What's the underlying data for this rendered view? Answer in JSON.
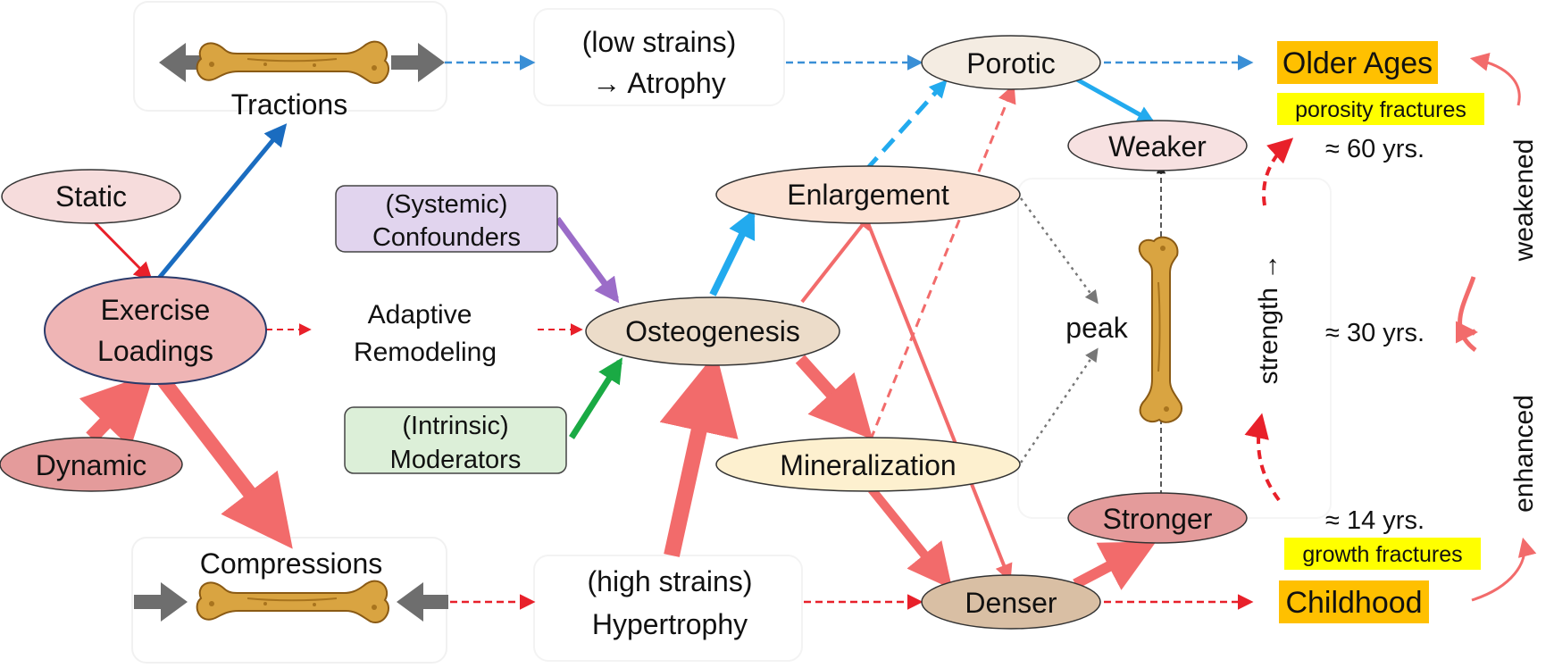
{
  "colors": {
    "red": "#f26b6b",
    "red_dashed": "#e8202a",
    "blue_dashed": "#3a8fd6",
    "sky": "#22aaee",
    "dark_blue": "#1a6cc0",
    "purple": "#9b6cc8",
    "green": "#1aaa44",
    "gray_arrow": "#6e6e6e",
    "bone": "#d9a441",
    "highlight_orange": "#ffc000",
    "highlight_yellow": "#ffff00"
  },
  "nodes": {
    "tractions": "Tractions",
    "compressions": "Compressions",
    "static": "Static",
    "dynamic": "Dynamic",
    "exercise_line1": "Exercise",
    "exercise_line2": "Loadings",
    "adaptive_line1": "Adaptive",
    "adaptive_line2": "Remodeling",
    "systemic_line1": "(Systemic)",
    "systemic_line2": "Confounders",
    "intrinsic_line1": "(Intrinsic)",
    "intrinsic_line2": "Moderators",
    "osteogenesis": "Osteogenesis",
    "atrophy_line1": "(low strains)",
    "atrophy_line2": "→ Atrophy",
    "hypertrophy_line1": "(high strains)",
    "hypertrophy_line2": "Hypertrophy",
    "enlargement": "Enlargement",
    "mineralization": "Mineralization",
    "porotic": "Porotic",
    "denser": "Denser",
    "weaker": "Weaker",
    "stronger": "Stronger",
    "peak": "peak"
  },
  "timeline": {
    "older_ages": "Older Ages",
    "porosity_fractures": "porosity fractures",
    "age_60": "≈ 60 yrs.",
    "age_30": "≈ 30 yrs.",
    "age_14": "≈ 14 yrs.",
    "growth_fractures": "growth fractures",
    "childhood": "Childhood",
    "strength": "strength →",
    "weakened": "weakened",
    "enhanced": "enhanced"
  },
  "icons": [
    "bone-icon",
    "double-arrow-icon"
  ]
}
